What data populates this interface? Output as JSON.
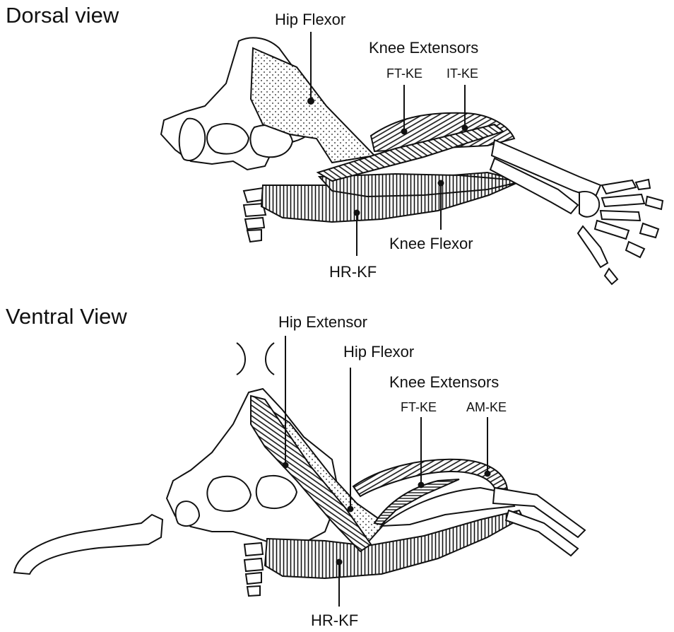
{
  "panels": {
    "dorsal": {
      "title": "Dorsal view",
      "labels": {
        "hip_flexor": "Hip Flexor",
        "knee_extensors": "Knee Extensors",
        "ft_ke": "FT-KE",
        "it_ke": "IT-KE",
        "knee_flexor": "Knee Flexor",
        "hr_kf": "HR-KF"
      }
    },
    "ventral": {
      "title": "Ventral View",
      "labels": {
        "hip_extensor": "Hip Extensor",
        "hip_flexor": "Hip Flexor",
        "knee_extensors": "Knee Extensors",
        "ft_ke": "FT-KE",
        "am_ke": "AM-KE",
        "hr_kf": "HR-KF"
      }
    }
  }
}
